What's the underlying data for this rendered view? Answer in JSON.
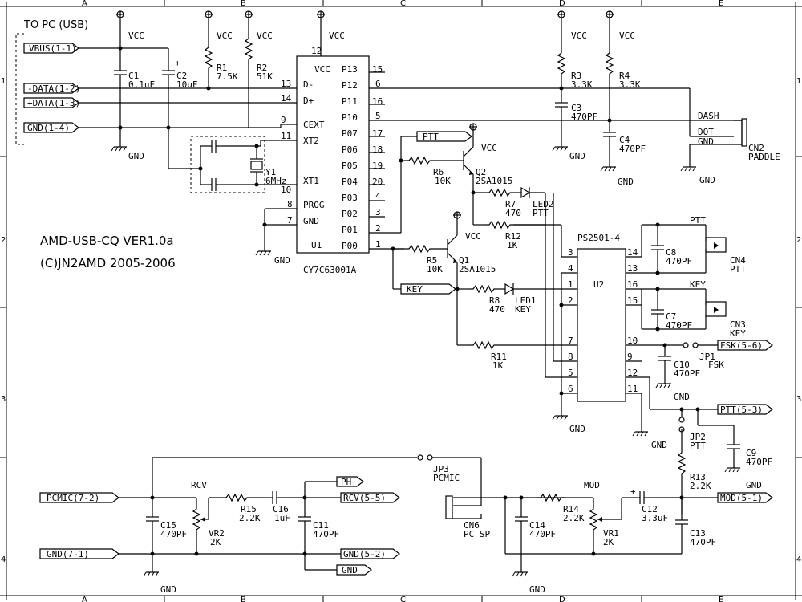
{
  "frame": {
    "columns": [
      "A",
      "B",
      "C",
      "D",
      "E"
    ],
    "rows": [
      "1",
      "2",
      "3",
      "4"
    ]
  },
  "title_block": {
    "line1": "AMD-USB-CQ VER1.0a",
    "line2": "(C)JN2AMD 2005-2006"
  },
  "usb": {
    "header": "TO PC (USB)",
    "vbus": "VBUS(1-1)",
    "dminus": "-DATA(1-2)",
    "dplus": "+DATA(1-3)",
    "gnd": "GND(1-4)"
  },
  "net": {
    "vcc": "VCC",
    "gnd": "GND"
  },
  "u1": {
    "ref": "U1",
    "part": "CY7C63001A",
    "left_pins": [
      {
        "num": "12",
        "name": "VCC"
      },
      {
        "num": "13",
        "name": "D-"
      },
      {
        "num": "14",
        "name": "D+"
      },
      {
        "num": "9",
        "name": "CEXT"
      },
      {
        "num": "11",
        "name": "XT2"
      },
      {
        "num": "10",
        "name": "XT1"
      },
      {
        "num": "8",
        "name": "PROG"
      },
      {
        "num": "7",
        "name": "GND"
      }
    ],
    "right_pins": [
      {
        "name": "P13",
        "num": "15"
      },
      {
        "name": "P12",
        "num": "6"
      },
      {
        "name": "P11",
        "num": "16"
      },
      {
        "name": "P10",
        "num": "5"
      },
      {
        "name": "P07",
        "num": "17"
      },
      {
        "name": "P06",
        "num": "18"
      },
      {
        "name": "P05",
        "num": "19"
      },
      {
        "name": "P04",
        "num": "20"
      },
      {
        "name": "P03",
        "num": "4"
      },
      {
        "name": "P02",
        "num": "3"
      },
      {
        "name": "P01",
        "num": "2"
      },
      {
        "name": "P00",
        "num": "1"
      }
    ]
  },
  "u2": {
    "ref": "U2",
    "part": "PS2501-4",
    "left_pins": [
      "3",
      "4",
      "1",
      "2",
      "7",
      "8",
      "5",
      "6"
    ],
    "right_pins": [
      "14",
      "13",
      "16",
      "15",
      "10",
      "9",
      "12",
      "11"
    ]
  },
  "parts": {
    "c1": [
      "C1",
      "0.1uF"
    ],
    "c2": [
      "C2",
      "10uF"
    ],
    "r1": [
      "R1",
      "7.5K"
    ],
    "r2": [
      "R2",
      "51K"
    ],
    "y1": [
      "Y1",
      "6MHz"
    ],
    "r3": [
      "R3",
      "3.3K"
    ],
    "r4": [
      "R4",
      "3.3K"
    ],
    "c3": [
      "C3",
      "470PF"
    ],
    "c4": [
      "C4",
      "470PF"
    ],
    "r5": [
      "R5",
      "10K"
    ],
    "r6": [
      "R6",
      "10K"
    ],
    "q1": [
      "Q1",
      "2SA1015"
    ],
    "q2": [
      "Q2",
      "2SA1015"
    ],
    "r7": [
      "R7",
      "470"
    ],
    "led2": [
      "LED2",
      "PTT"
    ],
    "r8": [
      "R8",
      "470"
    ],
    "led1": [
      "LED1",
      "KEY"
    ],
    "r11": [
      "R11",
      "1K"
    ],
    "r12": [
      "R12",
      "1K"
    ],
    "c8": [
      "C8",
      "470PF"
    ],
    "c7": [
      "C7",
      "470PF"
    ],
    "c10": [
      "C10",
      "470PF"
    ],
    "c9": [
      "C9",
      "470PF"
    ],
    "r13": [
      "R13",
      "2.2K"
    ],
    "jp1": [
      "JP1",
      "FSK"
    ],
    "jp2": [
      "JP2",
      "PTT"
    ],
    "jp3": [
      "JP3",
      "PCMIC"
    ],
    "c15": [
      "C15",
      "470PF"
    ],
    "vr2": [
      "VR2",
      "2K"
    ],
    "r15": [
      "R15",
      "2.2K"
    ],
    "c16": [
      "C16",
      "1uF"
    ],
    "c11": [
      "C11",
      "470PF"
    ],
    "c14": [
      "C14",
      "470PF"
    ],
    "r14": [
      "R14",
      "2.2K"
    ],
    "vr1": [
      "VR1",
      "2K"
    ],
    "c12": [
      "C12",
      "3.3uF"
    ],
    "c13": [
      "C13",
      "470PF"
    ]
  },
  "connectors": {
    "cn2": [
      "CN2",
      "PADDLE"
    ],
    "cn2_pins": [
      "DASH",
      "DOT",
      "GND"
    ],
    "cn4": [
      "CN4",
      "PTT"
    ],
    "cn3": [
      "CN3",
      "KEY"
    ],
    "cn6": [
      "CN6",
      "PC SP"
    ]
  },
  "ports": {
    "ptt": "PTT",
    "key": "KEY",
    "fsk": "FSK(5-6)",
    "ptt53": "PTT(5-3)",
    "mod": "MOD(5-1)",
    "pcmic": "PCMIC(7-2)",
    "gnd71": "GND(7-1)",
    "ph": "PH",
    "rcv55": "RCV(5-5)",
    "gnd52": "GND(5-2)",
    "gnd": "GND"
  },
  "signals": {
    "rcv": "RCV",
    "mod": "MOD",
    "ptt": "PTT",
    "key": "KEY"
  }
}
